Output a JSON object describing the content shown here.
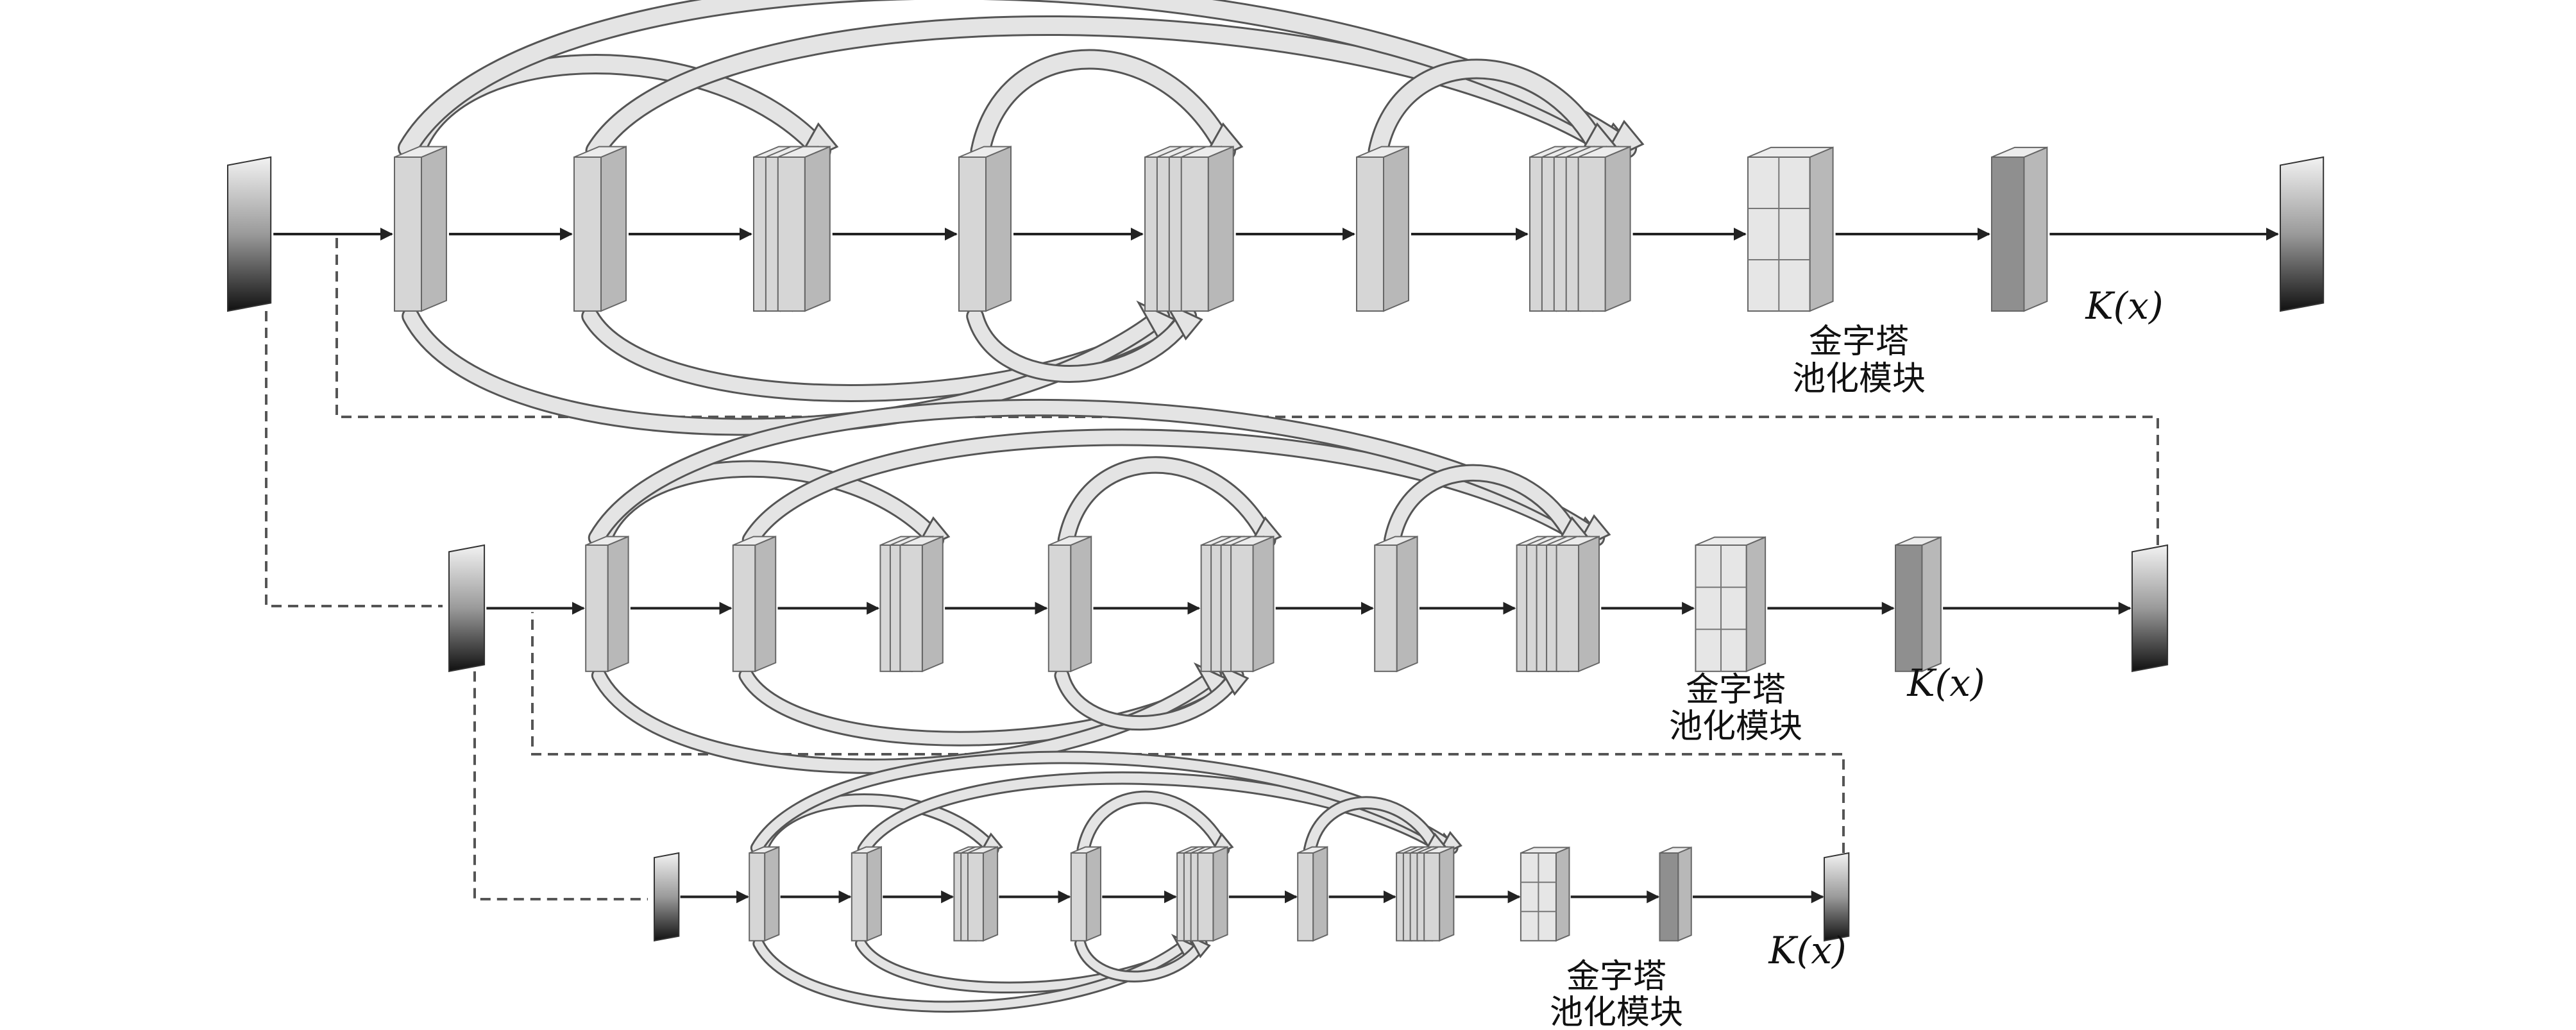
{
  "diagram": {
    "rows": [
      {
        "id": "full-scale",
        "pyramid_label_line1": "金字塔",
        "pyramid_label_line2": "池化模块",
        "k_label": "K(x)"
      },
      {
        "id": "half-scale",
        "pyramid_label_line1": "金字塔",
        "pyramid_label_line2": "池化模块",
        "k_label": "K(x)"
      },
      {
        "id": "quarter-scale",
        "pyramid_label_line1": "金字塔",
        "pyramid_label_line2": "池化模块",
        "k_label": "K(x)"
      }
    ],
    "colors": {
      "block_front": "#d6d6d6",
      "block_side": "#b8b8b8",
      "block_top": "#ececec",
      "output_block": "#8f8f8f",
      "skip_arrow": "#e4e4e4",
      "line": "#222222"
    }
  }
}
